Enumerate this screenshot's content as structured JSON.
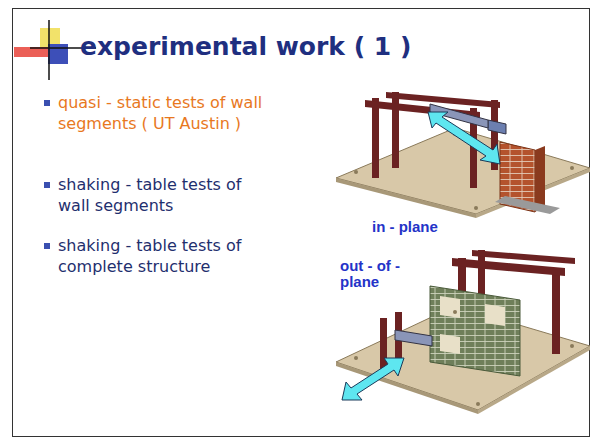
{
  "diagram": {
    "title": "experimental work ( 1 )",
    "labels": [
      "quasi - static tests of wall segments ( UT Austin )",
      "shaking - table tests of wall segments",
      "shaking - table tests of complete structure",
      "in - plane",
      "out - of - plane"
    ]
  }
}
